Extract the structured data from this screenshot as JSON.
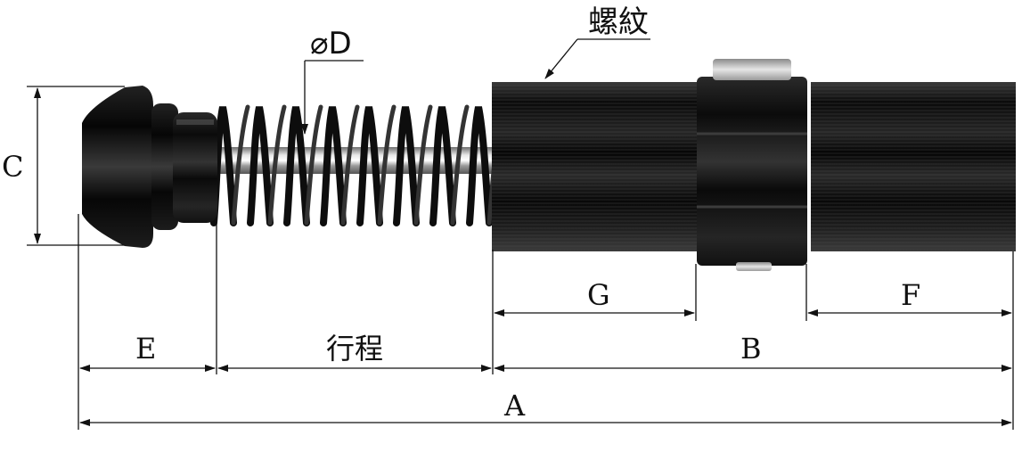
{
  "labels": {
    "thread": "螺紋",
    "diameter": "⌀D",
    "c": "C",
    "e": "E",
    "stroke": "行程",
    "g": "G",
    "f": "F",
    "b": "B",
    "a": "A"
  },
  "colors": {
    "body": "#0c0c0c",
    "rod": "#b5b5b5",
    "line": "#111111",
    "background": "#ffffff"
  }
}
